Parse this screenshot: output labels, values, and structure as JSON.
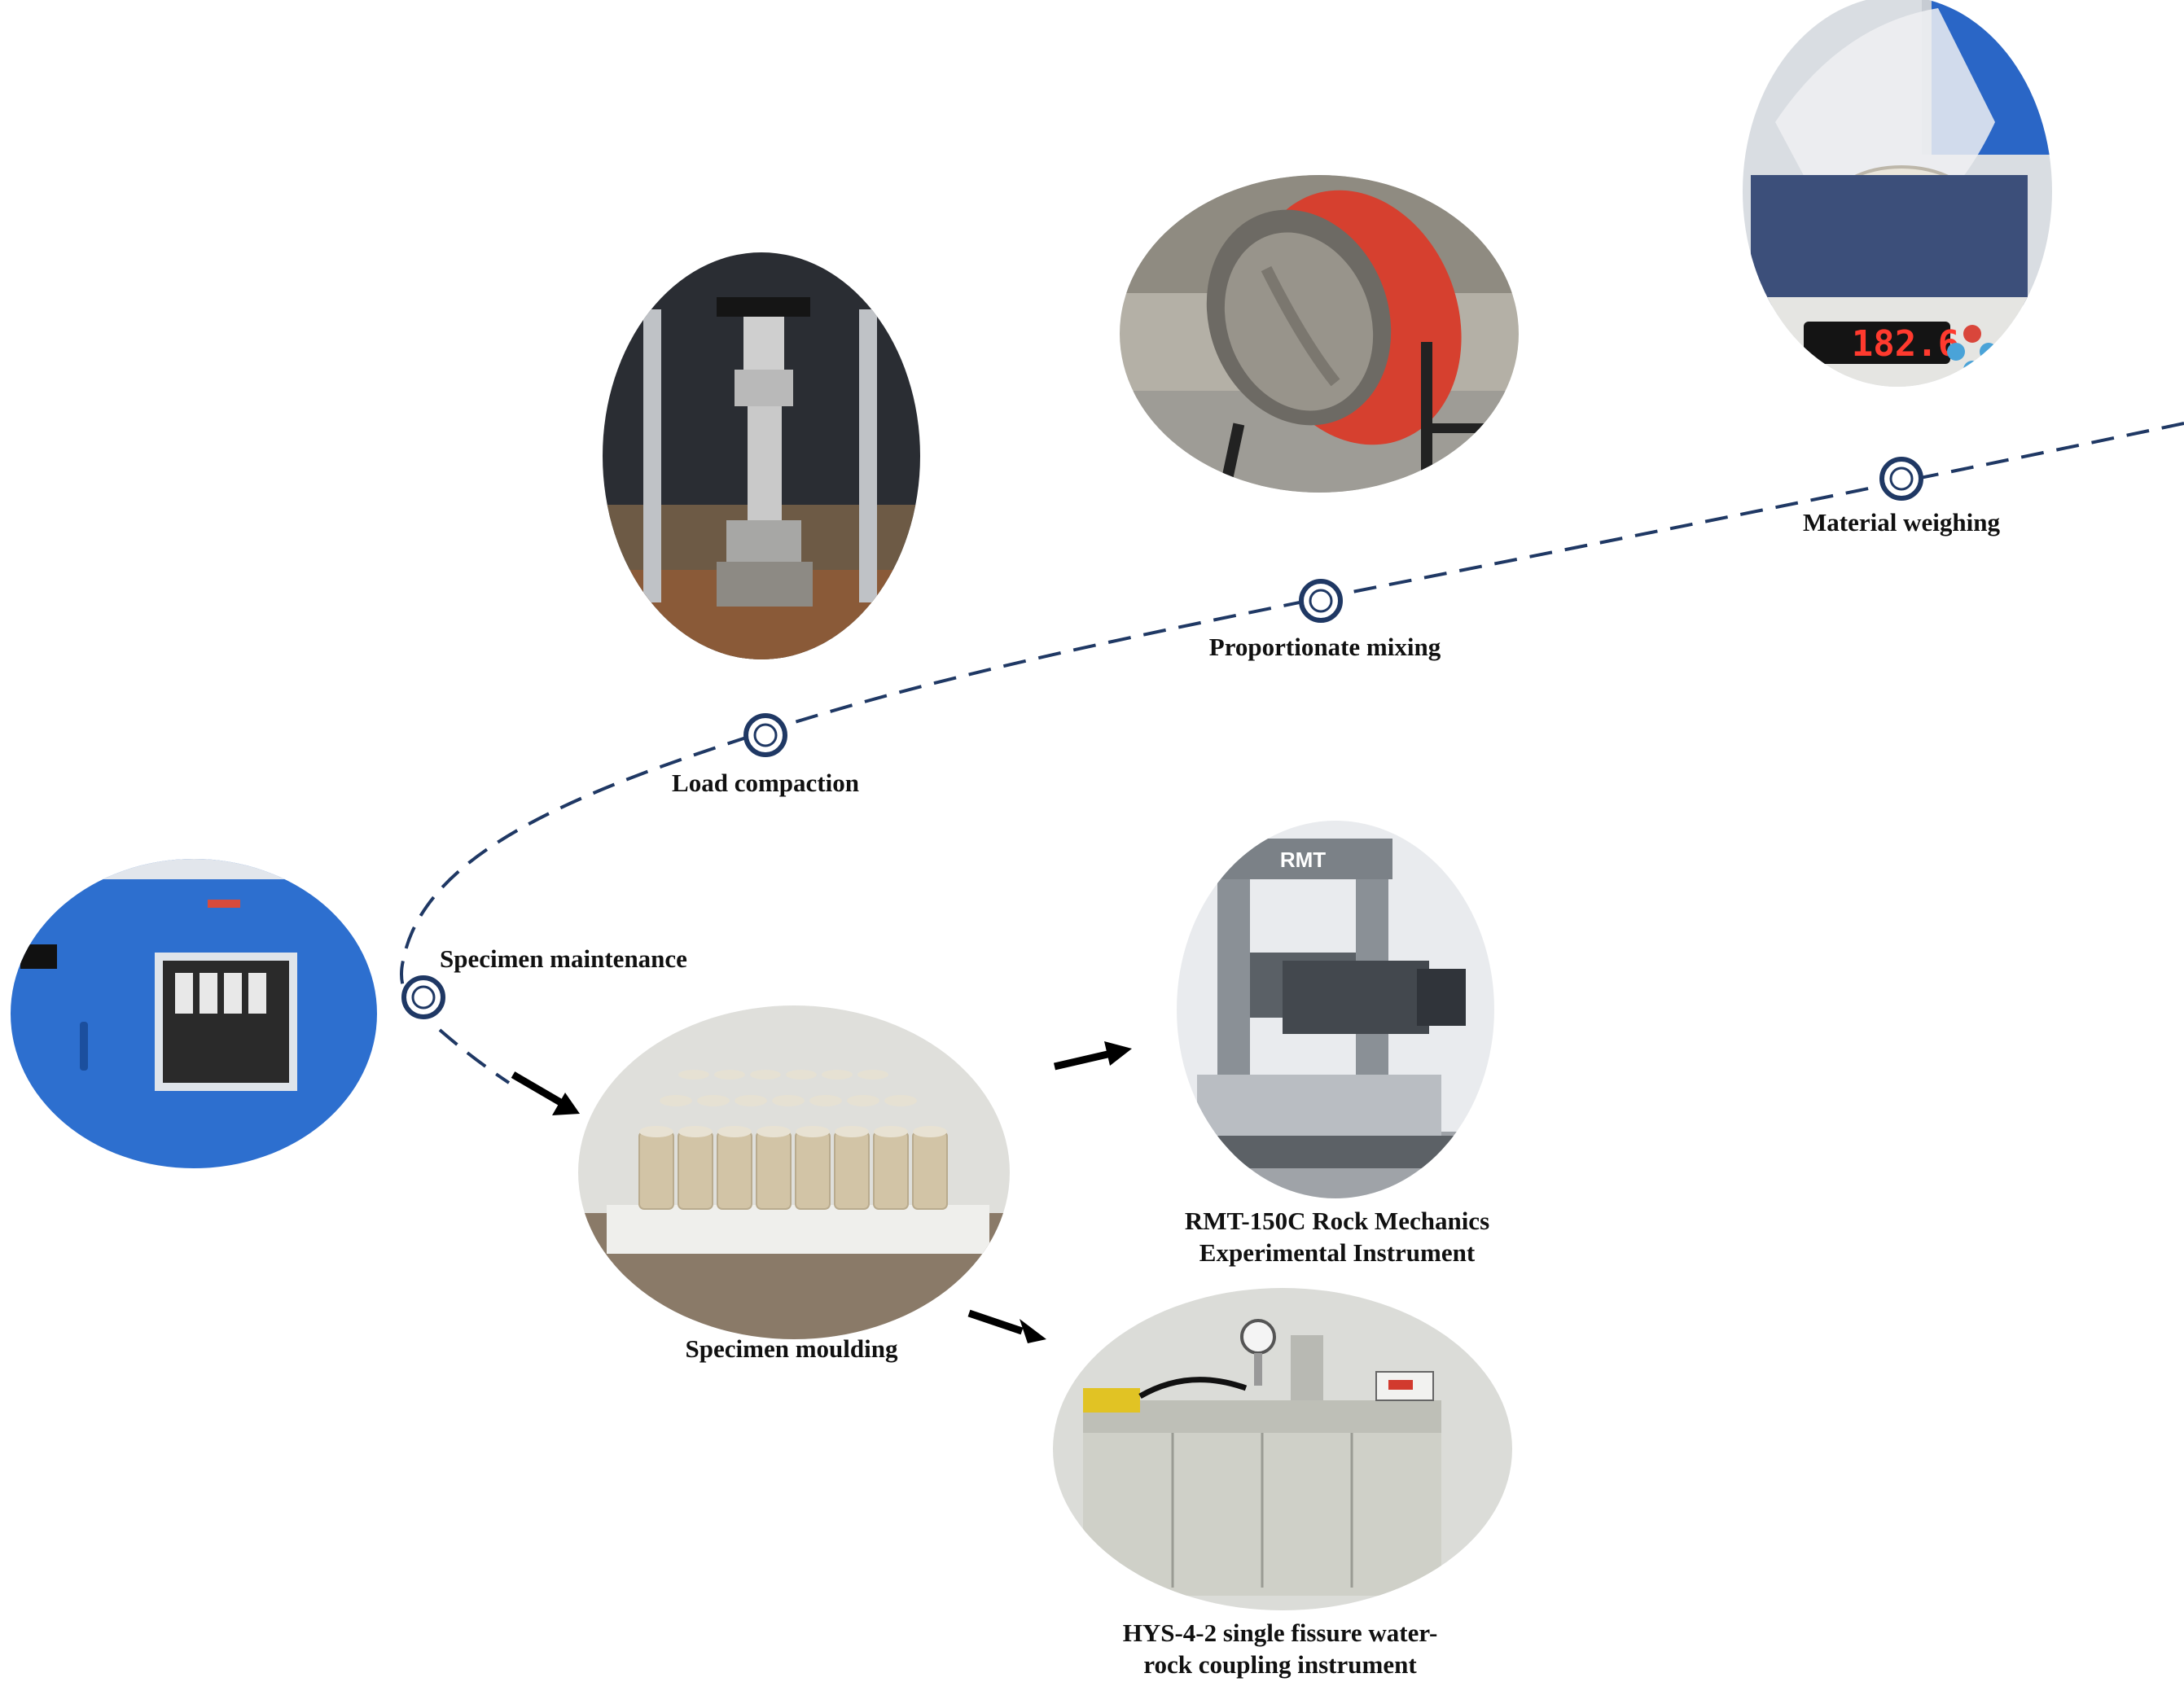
{
  "colors": {
    "path": "#1f3864",
    "marker_ring": "#1f3864",
    "arrow": "#000000",
    "label": "#111111"
  },
  "steps": {
    "material_weighing": "Material weighing",
    "proportionate_mixing": "Proportionate mixing",
    "load_compaction": "Load compaction",
    "specimen_maintenance": "Specimen maintenance",
    "specimen_moulding": "Specimen moulding",
    "rmt_line1": "RMT-150C Rock Mechanics",
    "rmt_line2": "Experimental Instrument",
    "hys_line1": "HYS-4-2 single fissure water-",
    "hys_line2": "rock coupling instrument"
  },
  "photo_text": {
    "scale_readout": "182.6",
    "machine_brand": "RMT"
  }
}
